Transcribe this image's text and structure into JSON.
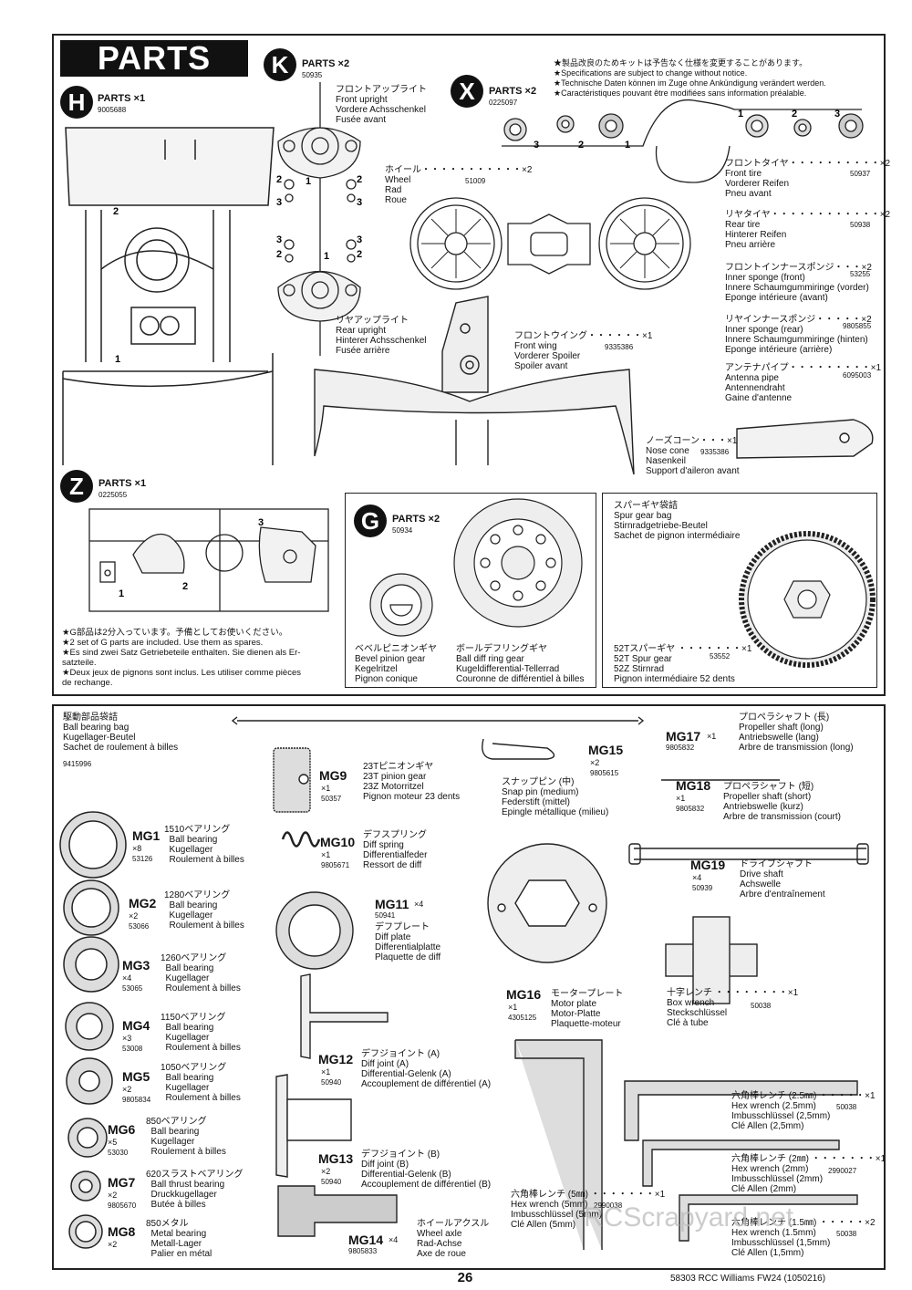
{
  "header": {
    "banner": "PARTS",
    "notice": [
      "★製品改良のためキットは予告なく仕様を変更することがあります。",
      "★Specifications are subject to change without notice.",
      "★Technische Daten können im Zuge ohne Ankündigung verändert werden.",
      "★Caractéristiques pouvant être modifiées sans information préalable."
    ]
  },
  "bags": {
    "H": {
      "letter": "H",
      "title": "PARTS ×1",
      "code": "9005688"
    },
    "K": {
      "letter": "K",
      "title": "PARTS ×2",
      "code": "50935"
    },
    "X": {
      "letter": "X",
      "title": "PARTS ×2",
      "code": "0225097"
    },
    "Z": {
      "letter": "Z",
      "title": "PARTS ×1",
      "code": "0225055"
    },
    "G": {
      "letter": "G",
      "title": "PARTS ×2",
      "code": "50934"
    }
  },
  "upper_labels": {
    "front_upright": "フロントアップライト\nFront upright\nVordere Achsschenkel\nFusée avant",
    "rear_upright": "リヤアップライト\nRear upright\nHinterer Achsschenkel\nFusée arrière",
    "wheel": "ホイール・・・・・・・・・・・×2\nWheel\nRad\nRoue",
    "wheel_code": "51009",
    "front_wing": "フロントウイング・・・・・・×1\nFront wing\nVorderer Spoiler\nSpoiler avant",
    "front_wing_code": "9335386",
    "nose_cone": "ノーズコーン・・・×1\nNose cone\nNasenkeil\nSupport d'aileron avant",
    "nose_cone_code": "9335386",
    "front_tire": "フロントタイヤ・・・・・・・・・・×2\nFront tire\nVorderer Reifen\nPneu avant",
    "front_tire_code": "50937",
    "rear_tire": "リヤタイヤ・・・・・・・・・・・・×2\nRear tire\nHinterer Reifen\nPneu arrière",
    "rear_tire_code": "50938",
    "inner_front": "フロントインナースポンジ・・・×2\nInner sponge (front)\nInnere Schaumgummiringe (vorder)\nEponge intérieure (avant)",
    "inner_front_code": "53255",
    "inner_rear": "リヤインナースポンジ・・・・・×2\nInner sponge (rear)\nInnere Schaumgummiringe (hinten)\nEponge intérieure (arrière)",
    "inner_rear_code": "9805855",
    "antenna": "アンテナパイプ・・・・・・・・・×1\nAntenna pipe\nAntennendraht\nGaine d'antenne",
    "antenna_code": "6095003"
  },
  "g_box": {
    "bevel": "ベベルピニオンギヤ\nBevel pinion gear\nKegelritzel\nPignon conique",
    "ball_diff": "ボールデフリングギヤ\nBall diff ring gear\nKugeldifferential-Tellerrad\nCouronne de différentiel à billes"
  },
  "spur_box": {
    "title": "スパーギヤ袋詰\nSpur gear bag\nStirnradgetriebe-Beutel\nSachet de pignon intermédiaire",
    "spur": "52Tスパーギヤ ・・・・・・・×1\n52T Spur gear\n52Z Stirnrad\nPignon intermédiaire 52 dents",
    "spur_code": "53552"
  },
  "g_note": "★G部品は2分入っています。予備としてお使いください。\n★2 set of G parts are included. Use them as spares.\n★Es sind zwei Satz Getriebeteile enthalten. Sie dienen als Er-\nsatzteile.\n★Deux jeux de pignons sont inclus. Les utiliser comme pièces\nde rechange.",
  "bearing_bag": {
    "title": "駆動部品袋詰\nBall bearing bag\nKugellager-Beutel\nSachet de roulement à billes",
    "code": "9415996"
  },
  "mg": [
    {
      "id": "MG1",
      "qty": "×8",
      "code": "53126",
      "desc": "1510ベアリング\n  Ball bearing\n  Kugellager\n  Roulement à billes"
    },
    {
      "id": "MG2",
      "qty": "×2",
      "code": "53066",
      "desc": "1280ベアリング\n  Ball bearing\n  Kugellager\n  Roulement à billes"
    },
    {
      "id": "MG3",
      "qty": "×4",
      "code": "53065",
      "desc": "1260ベアリング\n  Ball bearing\n  Kugellager\n  Roulement à billes"
    },
    {
      "id": "MG4",
      "qty": "×3",
      "code": "53008",
      "desc": "1150ベアリング\n  Ball bearing\n  Kugellager\n  Roulement à billes"
    },
    {
      "id": "MG5",
      "qty": "×2",
      "code": "9805834",
      "desc": "1050ベアリング\n  Ball bearing\n  Kugellager\n  Roulement à billes"
    },
    {
      "id": "MG6",
      "qty": "×5",
      "code": "53030",
      "desc": "850ベアリング\n  Ball bearing\n  Kugellager\n  Roulement à billes"
    },
    {
      "id": "MG7",
      "qty": "×2",
      "code": "9805670",
      "desc": "620スラストベアリング\n  Ball thrust bearing\n  Druckkugellager\n  Butée à billes"
    },
    {
      "id": "MG8",
      "qty": "×2",
      "code": "",
      "desc": "850メタル\n  Metal bearing\n  Metall-Lager\n  Palier en métal"
    },
    {
      "id": "MG9",
      "qty": "×1",
      "code": "50357",
      "desc": "23Tピニオンギヤ\n23T pinion gear\n23Z Motorritzel\nPignon moteur 23 dents"
    },
    {
      "id": "MG10",
      "qty": "×1",
      "code": "9805671",
      "desc": "デフスプリング\nDiff spring\nDifferentialfeder\nRessort de diff"
    },
    {
      "id": "MG11",
      "qty": "×4",
      "code": "50941",
      "desc": "デフプレート\nDiff plate\nDifferentialplatte\nPlaquette de diff"
    },
    {
      "id": "MG12",
      "qty": "×1",
      "code": "50940",
      "desc": "デフジョイント (A)\nDiff joint (A)\nDifferential-Gelenk (A)\nAccouplement de différentiel (A)"
    },
    {
      "id": "MG13",
      "qty": "×2",
      "code": "50940",
      "desc": "デフジョイント (B)\nDiff joint (B)\nDifferential-Gelenk (B)\nAccouplement de différentiel (B)"
    },
    {
      "id": "MG14",
      "qty": "×4",
      "code": "9805833",
      "desc": "ホイールアクスル\nWheel axle\nRad-Achse\nAxe de roue"
    },
    {
      "id": "MG15",
      "qty": "×2",
      "code": "9805615",
      "desc": "スナップピン (中)\nSnap pin (medium)\nFederstift (mittel)\nEpingle métallique (milieu)"
    },
    {
      "id": "MG16",
      "qty": "×1",
      "code": "4305125",
      "desc": "モータープレート\nMotor plate\nMotor-Platte\nPlaquette-moteur"
    },
    {
      "id": "MG17",
      "qty": "×1",
      "code": "9805832",
      "desc": "プロペラシャフト (長)\nPropeller shaft (long)\nAntriebswelle (lang)\nArbre de transmission (long)"
    },
    {
      "id": "MG18",
      "qty": "×1",
      "code": "9805832",
      "desc": "プロペラシャフト (短)\nPropeller shaft (short)\nAntriebswelle (kurz)\nArbre de transmission (court)"
    },
    {
      "id": "MG19",
      "qty": "×4",
      "code": "50939",
      "desc": "ドライブシャフト\nDrive shaft\nAchswelle\nArbre d'entraînement"
    }
  ],
  "tools": {
    "box_wrench": "十字レンチ ・・・・・・・・×1\nBox wrench\nSteckschlüssel\nClé à tube",
    "box_wrench_code": "50038",
    "hex25": "六角棒レンチ (2.5㎜) ・・・・・×1\nHex wrench (2.5mm)\nImbusschlüssel (2,5mm)\nClé Allen (2,5mm)",
    "hex25_code": "50038",
    "hex2": "六角棒レンチ (2㎜) ・・・・・・・×1\nHex wrench (2mm)\nImbusschlüssel (2mm)\nClé Allen (2mm)",
    "hex2_code": "2990027",
    "hex5": "六角棒レンチ (5㎜) ・・・・・・・×1\nHex wrench (5mm)\nImbusschlüssel (5mm)\nClé Allen (5mm)",
    "hex5_code": "2990038",
    "hex15": "六角棒レンチ (1.5㎜) ・・・・・×2\nHex wrench (1.5mm)\nImbusschlüssel (1,5mm)\nClé Allen (1,5mm)",
    "hex15_code": "50038"
  },
  "footer": {
    "page": "26",
    "ref": "58303  RCC Williams FW24 (1050216)",
    "watermark": "RCScrapyard.net"
  }
}
